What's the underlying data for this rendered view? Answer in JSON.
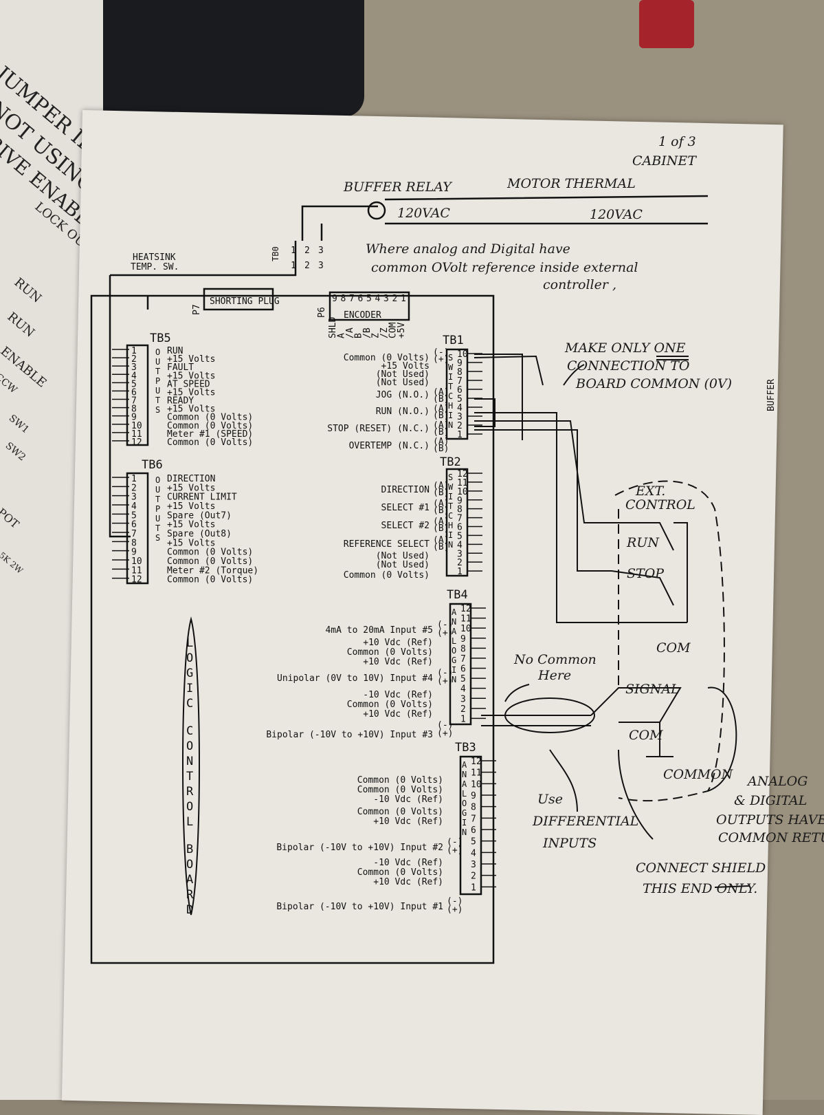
{
  "left_page": {
    "notes": [
      "JUMPER IF",
      "NOT USING",
      "RIVE ENABL",
      "LOCK OU",
      "RUN",
      "RUN",
      "ENABLE",
      "CCW",
      "SW1",
      "SW2",
      "POT",
      "5K 2W"
    ]
  },
  "top": {
    "page_number": "1 of 3",
    "cabinet": "CABINET",
    "buffer_relay": "BUFFER RELAY",
    "motor_thermal": "MOTOR THERMAL",
    "vac_left": "120VAC",
    "vac_right": "120VAC",
    "tb0": "TB0",
    "tb0_pins": [
      "1",
      "2",
      "3"
    ],
    "note_common_ref": [
      "Where analog and Digital have",
      "common OVolt reference inside external",
      "controller ,"
    ],
    "heatsink": [
      "HEATSINK",
      "TEMP. SW."
    ]
  },
  "connectors": {
    "p7": {
      "name": "P7",
      "label": "SHORTING PLUG"
    },
    "p6": {
      "name": "P6",
      "label": "ENCODER",
      "pins": [
        "9",
        "8",
        "7",
        "6",
        "5",
        "4",
        "3",
        "2",
        "1"
      ],
      "signals": [
        "SHLD",
        "A",
        "/A",
        "B",
        "/B",
        "Z",
        "/Z",
        "COM",
        "+5V"
      ]
    }
  },
  "tb5": {
    "name": "TB5",
    "vertical": "OUTPUTS",
    "pins": [
      "1",
      "2",
      "3",
      "4",
      "5",
      "6",
      "7",
      "8",
      "9",
      "10",
      "11",
      "12"
    ],
    "labels": [
      "RUN",
      "+15 Volts",
      "FAULT",
      "+15 Volts",
      "AT SPEED",
      "+15 Volts",
      "READY",
      "+15 Volts",
      "Common (0 Volts)",
      "Common (0 Volts)",
      "Meter #1 (SPEED)",
      "Common (0 Volts)"
    ]
  },
  "tb6": {
    "name": "TB6",
    "vertical": "OUTPUTS",
    "pins": [
      "1",
      "2",
      "3",
      "4",
      "5",
      "6",
      "7",
      "8",
      "9",
      "10",
      "11",
      "12"
    ],
    "labels": [
      "DIRECTION",
      "+15 Volts",
      "CURRENT LIMIT",
      "+15 Volts",
      "Spare (Out7)",
      "+15 Volts",
      "Spare (Out8)",
      "+15 Volts",
      "Common (0 Volts)",
      "Common (0 Volts)",
      "Meter #2 (Torque)",
      "Common (0 Volts)"
    ]
  },
  "tb1": {
    "name": "TB1",
    "vertical": "SWITCH IN",
    "pins": [
      "10",
      "9",
      "8",
      "7",
      "6",
      "5",
      "4",
      "3",
      "2",
      "1"
    ],
    "labels": [
      "Common (0 Volts)",
      "+15 Volts",
      "(Not Used)",
      "(Not Used)",
      "JOG (N.O.)",
      "RUN (N.O.)",
      "STOP (RESET) (N.C.)",
      "OVERTEMP (N.C.)"
    ]
  },
  "tb2": {
    "name": "TB2",
    "vertical": "SWITCH IN",
    "pins": [
      "12",
      "11",
      "10",
      "9",
      "8",
      "7",
      "6",
      "5",
      "4",
      "3",
      "2",
      "1"
    ],
    "labels": [
      "DIRECTION",
      "SELECT #1",
      "SELECT #2",
      "REFERENCE SELECT",
      "(Not Used)",
      "(Not Used)",
      "Common (0 Volts)"
    ]
  },
  "tb4": {
    "name": "TB4",
    "vertical": "ANALOG IN",
    "pins": [
      "12",
      "11",
      "10",
      "9",
      "8",
      "7",
      "6",
      "5",
      "4",
      "3",
      "2",
      "1"
    ],
    "labels": [
      "4mA to 20mA Input #5",
      "+10 Vdc (Ref)",
      "Common (0 Volts)",
      "+10 Vdc (Ref)",
      "Unipolar (0V to 10V) Input #4",
      "-10 Vdc (Ref)",
      "Common (0 Volts)",
      "+10 Vdc (Ref)",
      "Bipolar (-10V to +10V) Input #3"
    ]
  },
  "tb3": {
    "name": "TB3",
    "vertical": "ANALOG IN",
    "pins": [
      "12",
      "11",
      "10",
      "9",
      "8",
      "7",
      "6",
      "5",
      "4",
      "3",
      "2",
      "1"
    ],
    "labels": [
      "Common (0 Volts)",
      "Common (0 Volts)",
      "-10 Vdc (Ref)",
      "Common (0 Volts)",
      "+10 Vdc (Ref)",
      "Bipolar (-10V to +10V) Input #2",
      "-10 Vdc (Ref)",
      "Common (0 Volts)",
      "+10 Vdc (Ref)",
      "Bipolar (-10V to +10V) Input #1"
    ]
  },
  "ab": {
    "a": "(A)",
    "b": "(B)",
    "neg": "(-)",
    "pos": "(+)"
  },
  "board_label": "LOGIC CONTROL BOARD",
  "annotations": {
    "make_one": [
      "MAKE ONLY ONE",
      "CONNECTION TO",
      "BOARD COMMON (0V)"
    ],
    "ext_control": [
      "EXT.",
      "CONTROL"
    ],
    "run": "RUN",
    "stop": "STOP",
    "com": "COM",
    "signal": "SIGNAL",
    "com2": "COM",
    "common": "COMMON",
    "no_common": [
      "No Common",
      "Here"
    ],
    "differential": [
      "Use",
      "DIFFERENTIAL",
      "INPUTS"
    ],
    "shield": [
      "CONNECT SHIELD",
      "THIS END ONLY."
    ],
    "analog_digital": [
      "ANALOG",
      "& DIGITAL",
      "OUTPUTS HAVE",
      "COMMON RETURN"
    ],
    "buffer_tab": "BUFFER"
  }
}
